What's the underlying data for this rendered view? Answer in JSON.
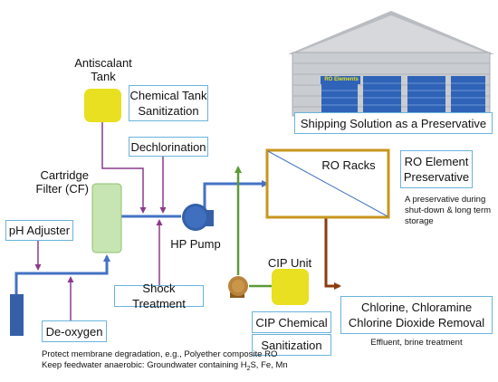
{
  "labels": {
    "antiscalant_tank": [
      "Antiscalant",
      "Tank"
    ],
    "chemical_tank_sanitization": [
      "Chemical Tank",
      "Sanitization"
    ],
    "dechlorination": "Dechlorination",
    "cartridge_filter": [
      "Cartridge",
      "Filter (CF)"
    ],
    "ph_adjuster": "pH Adjuster",
    "de_oxygen": "De-oxygen",
    "hp_pump": "HP Pump",
    "shock_treatment": "Shock Treatment",
    "ro_racks": "RO Racks",
    "ro_element_preservative": [
      "RO Element",
      "Preservative"
    ],
    "preservative_note": [
      "A preservative  during",
      "shut-down & long term",
      "storage"
    ],
    "cip_unit": "CIP Unit",
    "cip_chemical": "CIP Chemical",
    "sanitization": "Sanitization",
    "chlorine_removal": [
      "Chlorine, Chloramine",
      "Chlorine Dioxide Removal"
    ],
    "effluent_note": "Effluent, brine treatment",
    "shipping_solution": "Shipping Solution as a Preservative",
    "warehouse_sign": "RO Elements",
    "footer_line1": "Protect membrane degradation, e.g., Polyether composite RO",
    "footer_line2_prefix": "Keep feedwater anaerobic: Groundwater containing H",
    "footer_line2_sub": "2",
    "footer_line2_suffix": "S, Fe, Mn"
  },
  "colors": {
    "feed_line": "#4472c4",
    "chemical_line": "#8b3a8b",
    "permeate_line": "#5b9b3a",
    "concentrate_line": "#8b3a0e",
    "rack_border": "#c8961e",
    "tank_fill": "#e8e020",
    "filter_fill": "#c6e5b3",
    "pump_fill": "#3560a8",
    "box_border": "#6bb3dc"
  },
  "icons": {
    "pump": "pump-icon",
    "warehouse": "warehouse-icon"
  }
}
